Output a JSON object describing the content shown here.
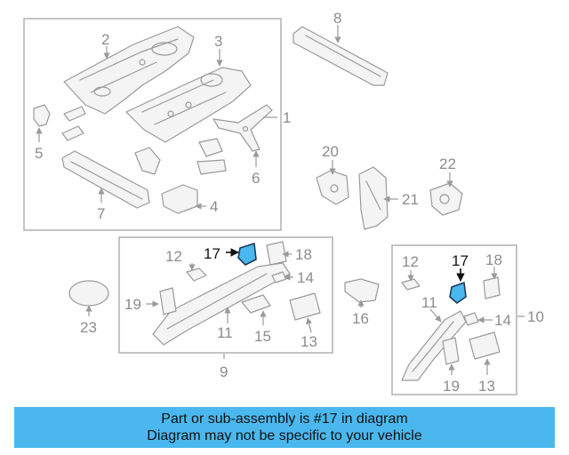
{
  "labels": {
    "l1": "1",
    "l2": "2",
    "l3": "3",
    "l4": "4",
    "l5": "5",
    "l6": "6",
    "l7": "7",
    "l8": "8",
    "l9": "9",
    "l10": "10",
    "l11a": "11",
    "l12a": "12",
    "l13a": "13",
    "l14a": "14",
    "l15": "15",
    "l16": "16",
    "l17a": "17",
    "l18a": "18",
    "l19a": "19",
    "l11b": "11",
    "l12b": "12",
    "l13b": "13",
    "l14b": "14",
    "l17b": "17",
    "l18b": "18",
    "l19b": "19",
    "l20": "20",
    "l21": "21",
    "l22": "22",
    "l23": "23"
  },
  "highlight": {
    "part_number": "17",
    "color": "#4ab8ee"
  },
  "banner": {
    "line1": "Part or sub-assembly is #17 in diagram",
    "line2": "Diagram may not be specific to your vehicle"
  }
}
